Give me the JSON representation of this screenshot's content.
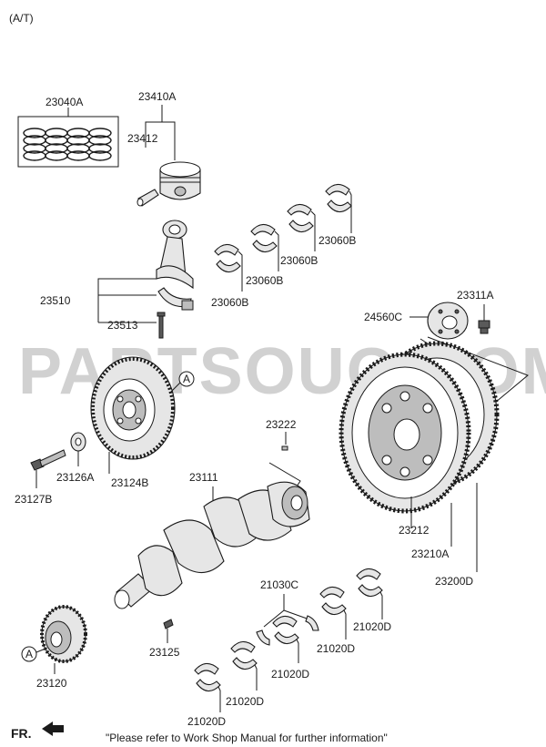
{
  "header": {
    "variant": "(A/T)"
  },
  "watermark": "PARTSOUQ.COM",
  "footer": {
    "direction": "FR.",
    "note": "\"Please refer to Work Shop Manual for further information\""
  },
  "callouts": {
    "a1": "A",
    "a2": "A"
  },
  "labels": {
    "p23040A": "23040A",
    "p23410A": "23410A",
    "p23412": "23412",
    "p23510": "23510",
    "p23513": "23513",
    "p23060B_1": "23060B",
    "p23060B_2": "23060B",
    "p23060B_3": "23060B",
    "p23060B_4": "23060B",
    "p24560C": "24560C",
    "p23311A": "23311A",
    "p23126A": "23126A",
    "p23124B": "23124B",
    "p23127B": "23127B",
    "p23222": "23222",
    "p23111": "23111",
    "p23212": "23212",
    "p23210A": "23210A",
    "p23200D": "23200D",
    "p21030C": "21030C",
    "p21020D_1": "21020D",
    "p21020D_2": "21020D",
    "p21020D_3": "21020D",
    "p21020D_4": "21020D",
    "p21020D_5": "21020D",
    "p23125": "23125",
    "p23120": "23120"
  },
  "icons": {
    "direction_arrow": "arrow-icon"
  }
}
